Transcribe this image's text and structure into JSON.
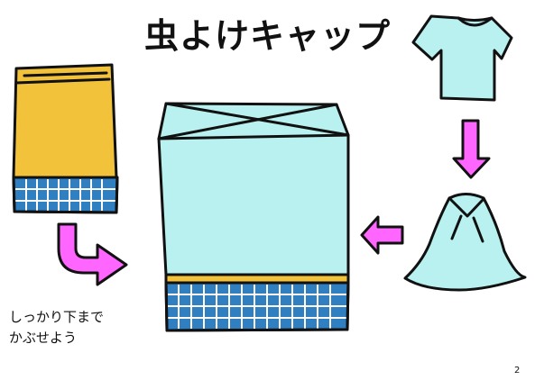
{
  "title": "虫よけキャップ",
  "caption": {
    "line1": "しっかり下まで",
    "line2": "かぶせよう"
  },
  "page_number": "2",
  "colors": {
    "cap": "#b8f1ef",
    "box": "#f2c23a",
    "mesh": "#2f7fc1",
    "arrow": "#ff66ff",
    "outline": "#111111"
  },
  "icons": {
    "tshirt": "tshirt-icon",
    "bag": "tied-cloth-icon",
    "box": "flowerpot-box-icon",
    "covered_box": "covered-box-icon",
    "arrows": "arrow-icon"
  }
}
